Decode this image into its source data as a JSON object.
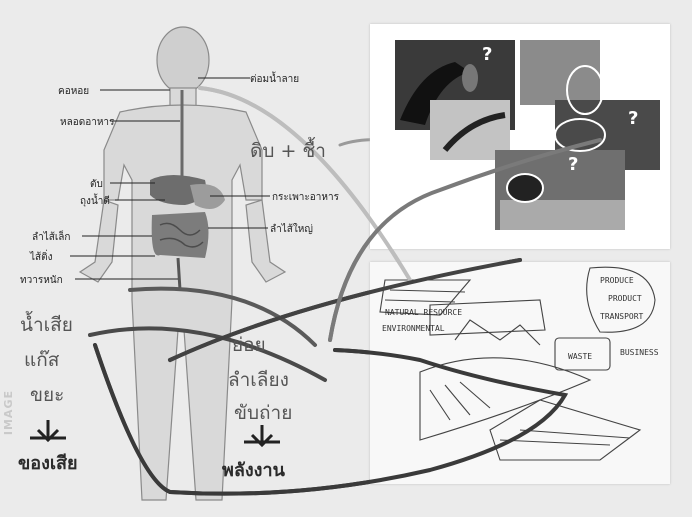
{
  "anatomy_labels": {
    "salivary_gland": "ต่อมน้ำลาย",
    "throat": "คอหอย",
    "esophagus": "หลอดอาหาร",
    "liver": "ตับ",
    "gallbladder": "ถุงน้ำดี",
    "stomach": "กระเพาะอาหาร",
    "small_intestine": "ลำไส้เล็ก",
    "large_intestine": "ลำไส้ใหญ่",
    "appendix": "ไส้ติ่ง",
    "anus": "ทวารหนัก"
  },
  "handwriting": {
    "top_note": "ดิบ + ชื้า",
    "left_block": [
      "น้ำเสีย",
      "แก๊ส",
      "ขยะ"
    ],
    "left_result": "ของเสีย",
    "center_block": [
      "ย่อย",
      "ลำเลียง",
      "ขับถ่าย"
    ],
    "center_result": "พลังงาน"
  },
  "sketch_text": {
    "natural_resource": "NATURAL RESOURCE",
    "environmental": "ENVIRONMENTAL",
    "produce": "PRODUCE",
    "product": "PRODUCT",
    "transport": "TRANSPORT",
    "business": "BUSINESS",
    "waste": "WASTE"
  },
  "margin_watermark": "IMAGE",
  "question_mark": "?"
}
